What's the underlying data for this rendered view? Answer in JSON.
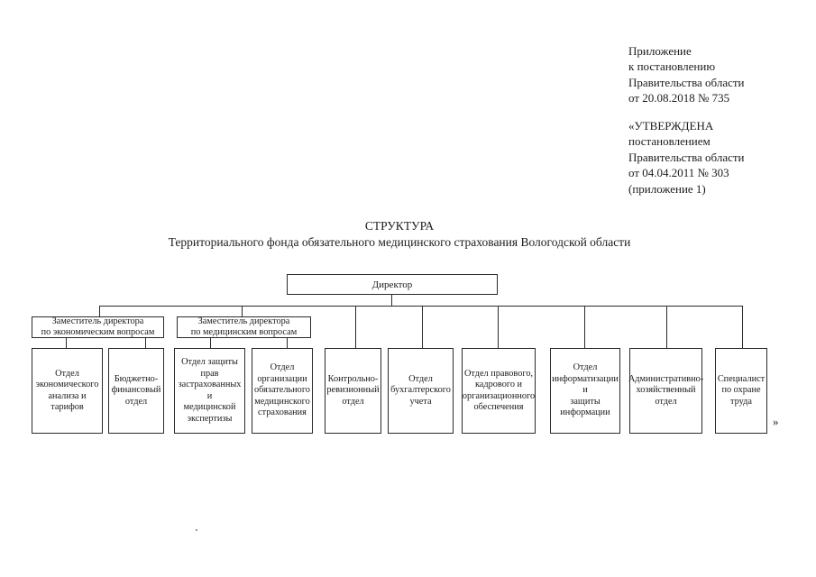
{
  "page": {
    "background": "#ffffff",
    "ink_color": "#1c1c1c",
    "border_color": "#2a2a2a"
  },
  "header": {
    "annex_1": "Приложение\nк постановлению\nПравительства области\nот 20.08.2018 № 735",
    "annex_2": "«УТВЕРЖДЕНА\nпостановлением\nПравительства области\nот 04.04.2011 № 303\n(приложение 1)"
  },
  "title": {
    "heading": "СТРУКТУРА",
    "subheading": "Территориального фонда обязательного медицинского страхования Вологодской области"
  },
  "chart": {
    "type": "org-chart",
    "director": {
      "label": "Директор"
    },
    "deputies": [
      {
        "label": "Заместитель директора\nпо экономическим вопросам"
      },
      {
        "label": "Заместитель директора\nпо медицинским вопросам"
      }
    ],
    "departments": [
      {
        "label": "Отдел\nэкономического\nанализа и тарифов"
      },
      {
        "label": "Бюджетно-\nфинансовый\nотдел"
      },
      {
        "label": "Отдел защиты\nправ\nзастрахованных и\nмедицинской\nэкспертизы"
      },
      {
        "label": "Отдел\nорганизации\nобязательного\nмедицинского\nстрахования"
      },
      {
        "label": "Контрольно-\nревизионный\nотдел"
      },
      {
        "label": "Отдел\nбухгалтерского\nучета"
      },
      {
        "label": "Отдел правового,\nкадрового и\nорганизационного\nобеспечения"
      },
      {
        "label": "Отдел\nинформатизации и\nзащиты\nинформации"
      },
      {
        "label": "Административно-\nхозяйственный\nотдел"
      },
      {
        "label": "Специалист\nпо охране\nтруда"
      }
    ]
  },
  "closing_quote": "»"
}
